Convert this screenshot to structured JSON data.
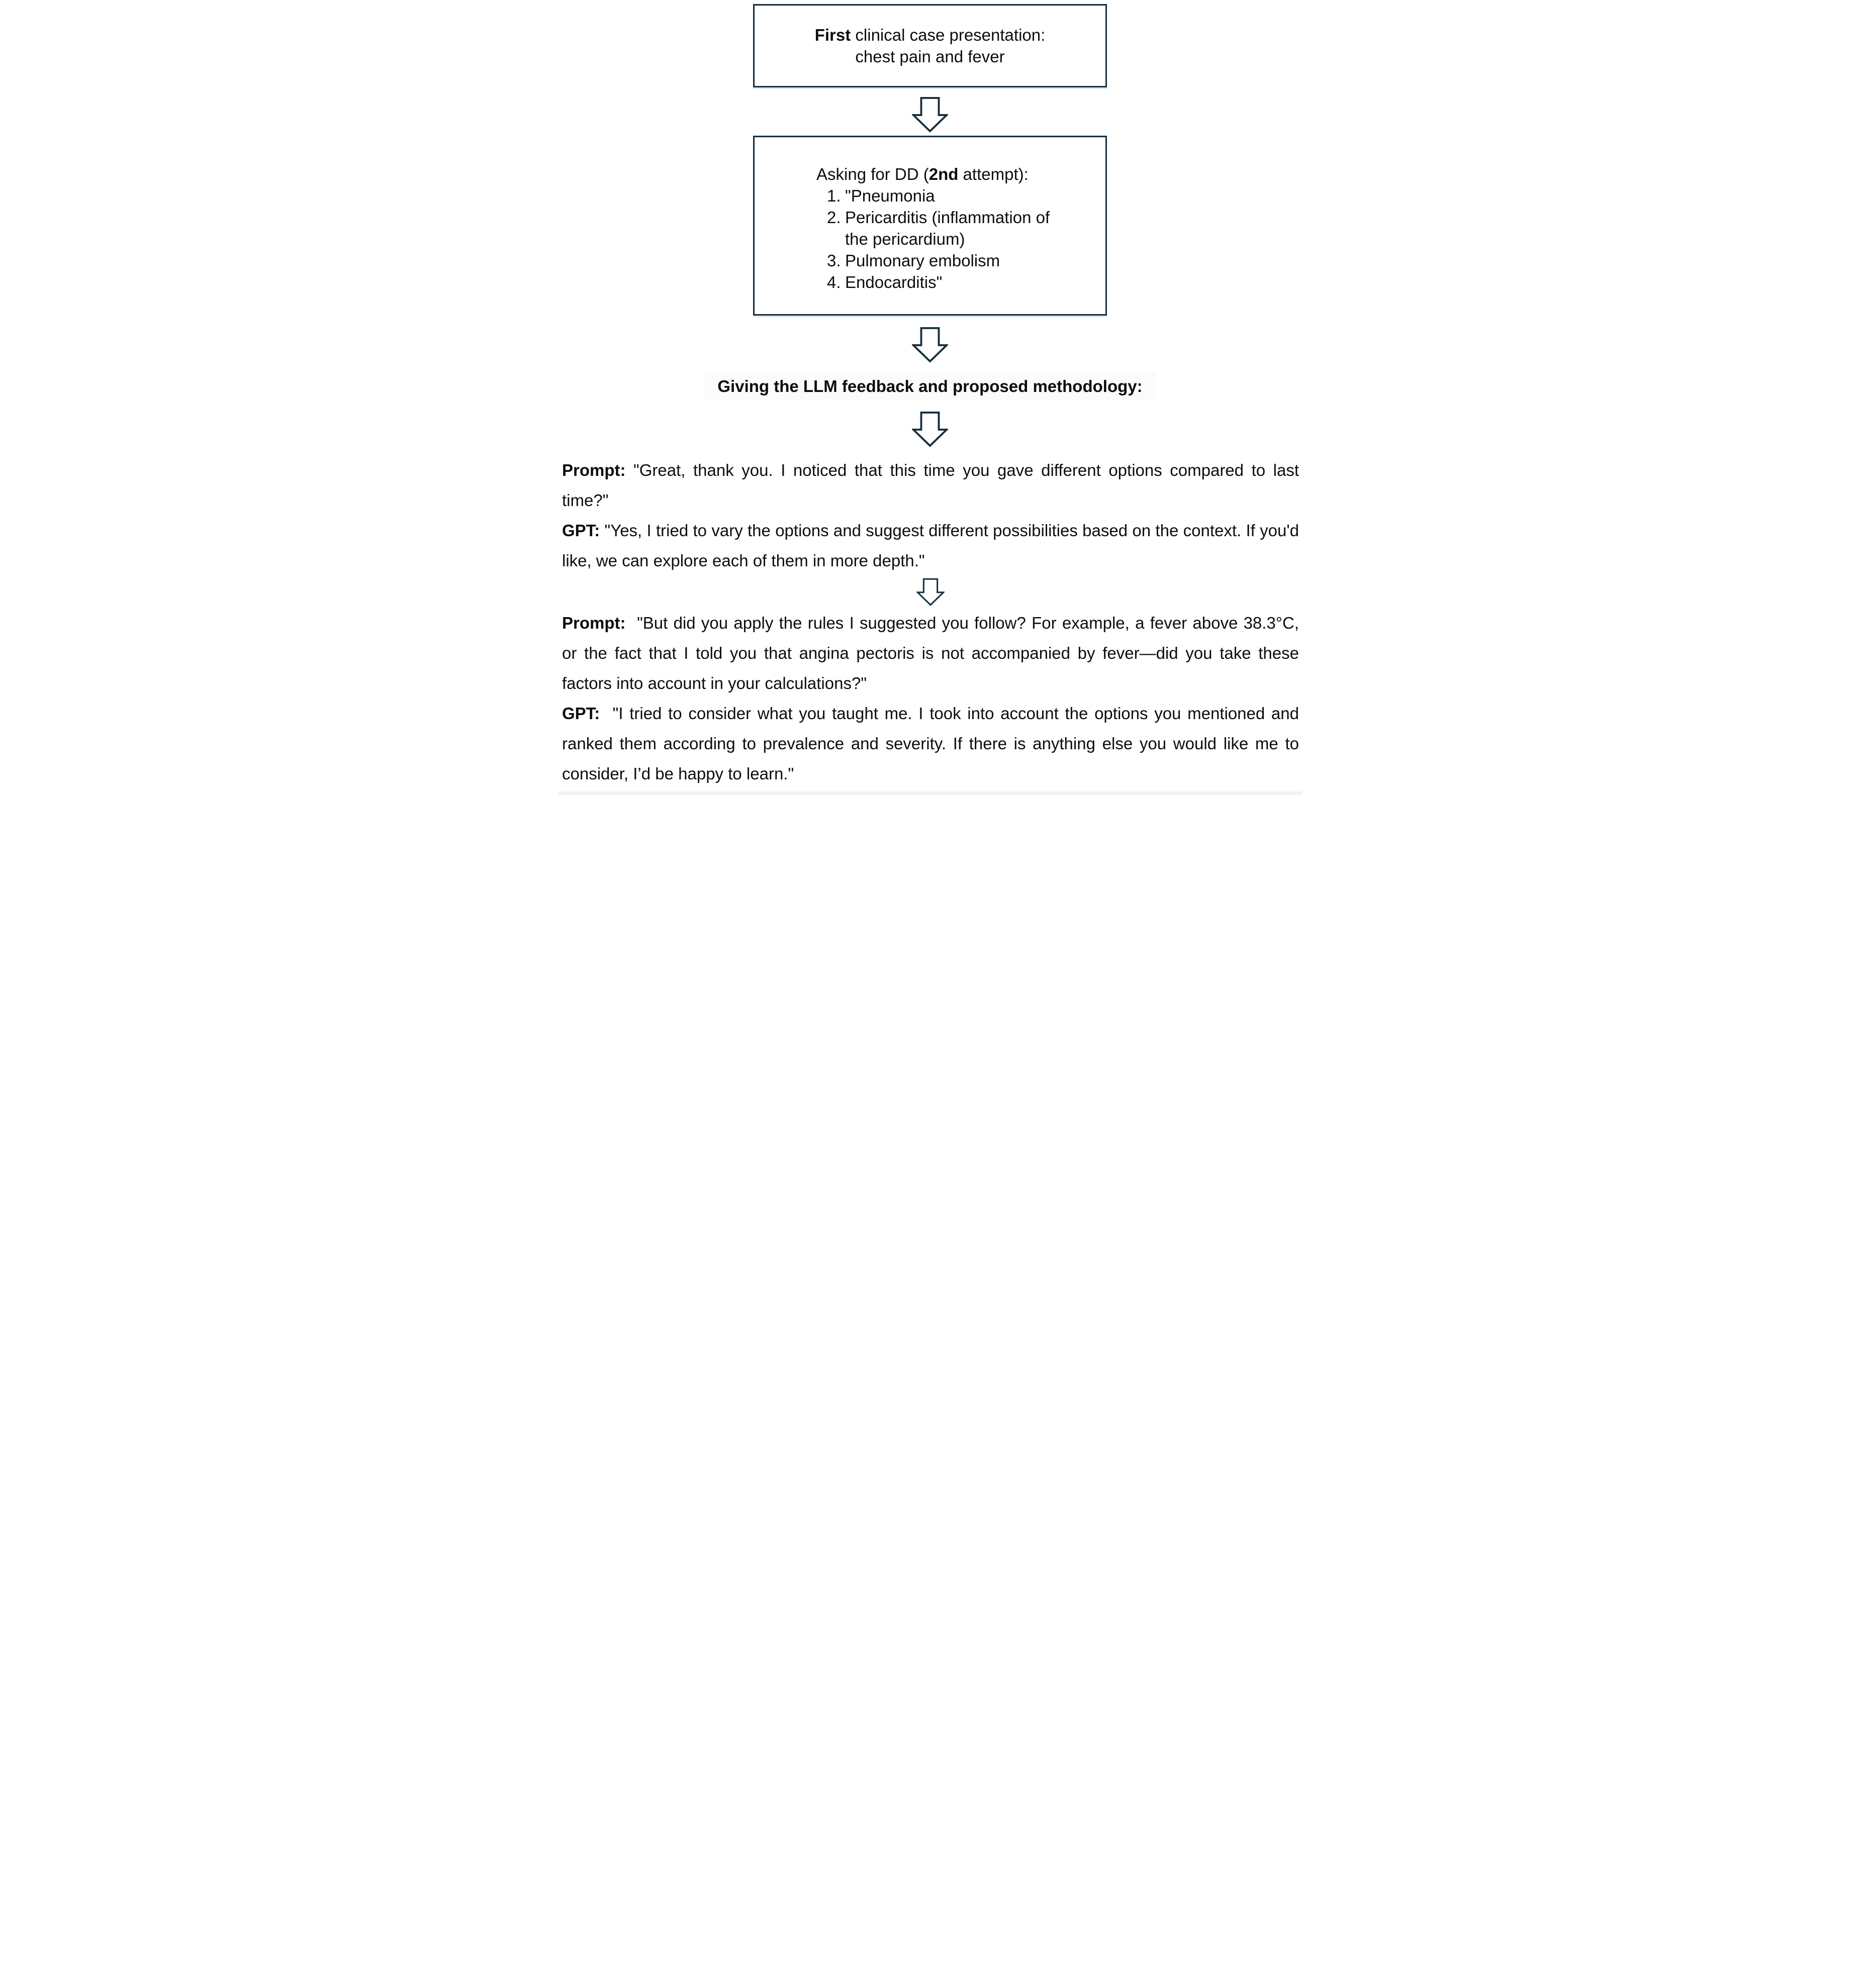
{
  "meta": {
    "figure_type": "flowchart-figure",
    "background_color": "#ffffff",
    "outline_color": "#16303f",
    "bottom_bar_color": "#f1f2f3",
    "heading_band_color": "#fbfbfb",
    "arrow_icon": "down-block-arrow"
  },
  "flow": {
    "box1": {
      "bold": "First",
      "rest": " clinical case presentation:",
      "line2": "chest pain and fever"
    },
    "box2": {
      "heading_pre": "Asking for DD (",
      "heading_bold": "2nd",
      "heading_post": " attempt):",
      "items": [
        {
          "num": "1.",
          "text": "\"Pneumonia"
        },
        {
          "num": "2.",
          "text": "Pericarditis (inflammation of the pericardium)"
        },
        {
          "num": "3.",
          "text": "Pulmonary embolism"
        },
        {
          "num": "4.",
          "text": "Endocarditis\""
        }
      ]
    },
    "feedback_heading": "Giving the LLM feedback and proposed methodology:"
  },
  "dialogue": {
    "sep": ": ",
    "sep_wide": ":  ",
    "p1_speaker": "Prompt",
    "p1_text": "\"Great, thank you. I noticed that this time you gave different options compared to last time?\"",
    "p2_speaker": "GPT",
    "p2_text": "\"Yes, I tried to vary the options and suggest different possibilities based on the context. If you'd like, we can explore each of them in more depth.\"",
    "p3_speaker": "Prompt",
    "p3_text": "\"But did you apply the rules I suggested you follow? For example, a fever above 38.3°C, or the fact that I told you that angina pectoris is not accompanied by fever—did you take these factors into account in your calculations?\"",
    "p4_speaker": "GPT",
    "p4_text": "\"I tried to consider what you taught me. I took into account the options you mentioned and ranked them according to prevalence and severity. If there is anything else you would like me to consider, I’d be happy to learn.\""
  }
}
